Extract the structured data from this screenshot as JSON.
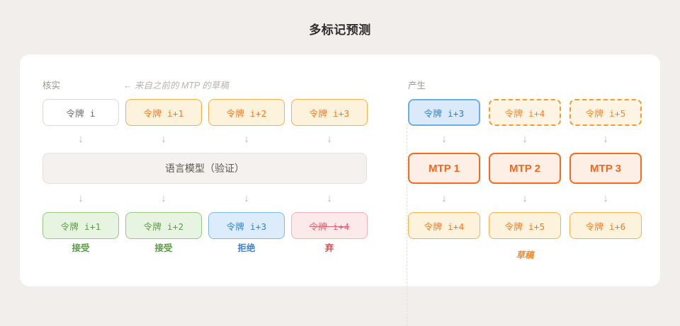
{
  "title": "多标记预测",
  "verify_panel": {
    "label": "核实",
    "note": "← 来自之前的 MTP 的草稿",
    "input_tokens": [
      {
        "text": "令牌 i",
        "style": "plain"
      },
      {
        "text": "令牌 i+1",
        "style": "orange"
      },
      {
        "text": "令牌 i+2",
        "style": "orange"
      },
      {
        "text": "令牌 i+3",
        "style": "orange"
      }
    ],
    "model_box": "语言模型（验证）",
    "arrow": "↓",
    "output_tokens": [
      {
        "text": "令牌 i+1",
        "style": "green",
        "status": "接受",
        "status_color": "green",
        "strike": false
      },
      {
        "text": "令牌 i+2",
        "style": "green",
        "status": "接受",
        "status_color": "green",
        "strike": false
      },
      {
        "text": "令牌 i+3",
        "style": "blue",
        "status": "拒绝",
        "status_color": "blue",
        "strike": false
      },
      {
        "text": "令牌 i+4",
        "style": "red",
        "status": "弃",
        "status_color": "red",
        "strike": true
      }
    ]
  },
  "generate_panel": {
    "label": "产生",
    "arrow": "↓",
    "input_tokens": [
      {
        "text": "令牌 i+3",
        "style": "blue-solid"
      },
      {
        "text": "令牌 i+4",
        "style": "orange-dash"
      },
      {
        "text": "令牌 i+5",
        "style": "orange-dash"
      }
    ],
    "mtp_heads": [
      {
        "text": "MTP 1"
      },
      {
        "text": "MTP 2"
      },
      {
        "text": "MTP 3"
      }
    ],
    "draft_tokens": [
      {
        "text": "令牌 i+4"
      },
      {
        "text": "令牌 i+5"
      },
      {
        "text": "令牌 i+6"
      }
    ],
    "caption": "草稿"
  },
  "colors": {
    "page_background": "#f2eeeb",
    "card_background": "#ffffff",
    "orange": "#ef7a22",
    "mtp_orange": "#f4681c",
    "green": "#5d9a44",
    "blue": "#3583c6",
    "red": "#d9636d"
  }
}
